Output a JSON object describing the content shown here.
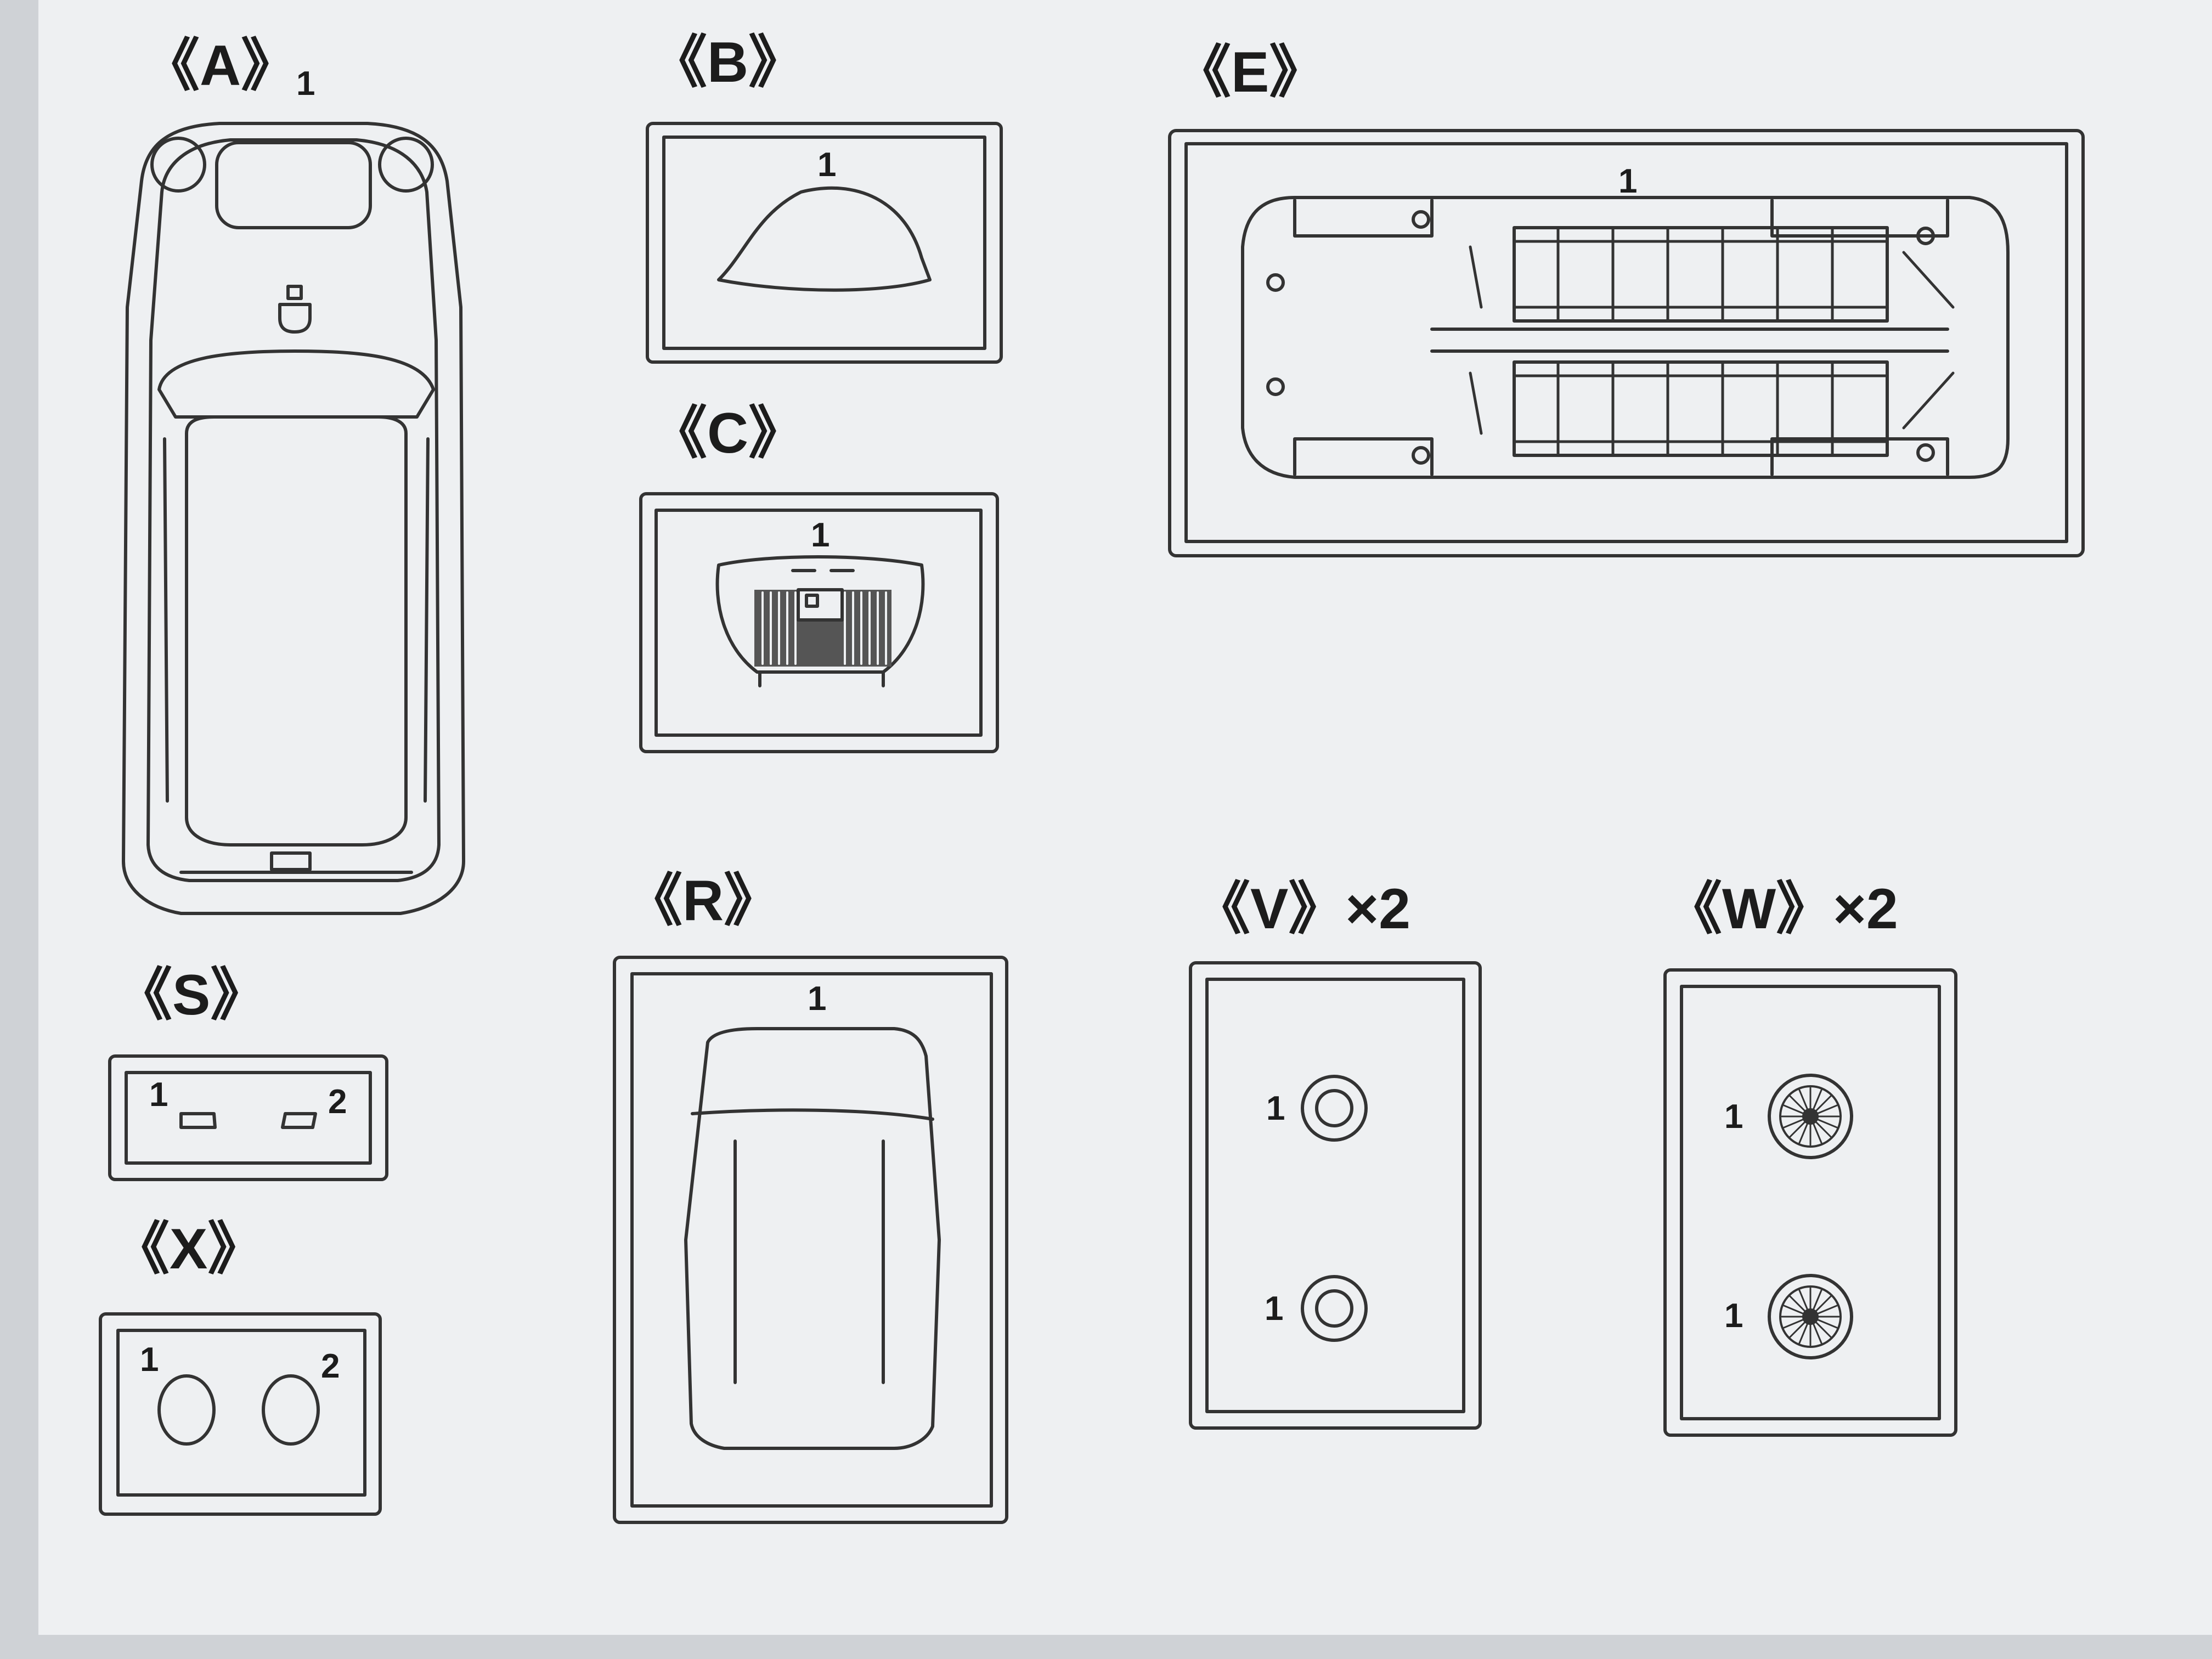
{
  "decal_sets": [
    {
      "id": "A",
      "label": "《A》",
      "numbers": [
        "1"
      ]
    },
    {
      "id": "B",
      "label": "《B》",
      "numbers": [
        "1"
      ]
    },
    {
      "id": "C",
      "label": "《C》",
      "numbers": [
        "1"
      ]
    },
    {
      "id": "E",
      "label": "《E》",
      "numbers": [
        "1"
      ]
    },
    {
      "id": "S",
      "label": "《S》",
      "numbers": [
        "1",
        "2"
      ]
    },
    {
      "id": "X",
      "label": "《X》",
      "numbers": [
        "1",
        "2"
      ]
    },
    {
      "id": "R",
      "label": "《R》",
      "numbers": [
        "1"
      ]
    },
    {
      "id": "V",
      "label": "《V》×2",
      "numbers": [
        "1",
        "1"
      ]
    },
    {
      "id": "W",
      "label": "《W》×2",
      "numbers": [
        "1",
        "1"
      ]
    }
  ],
  "colors": {
    "line": "#333333",
    "paper": "#eef0f2",
    "background": "#cfd2d6"
  }
}
